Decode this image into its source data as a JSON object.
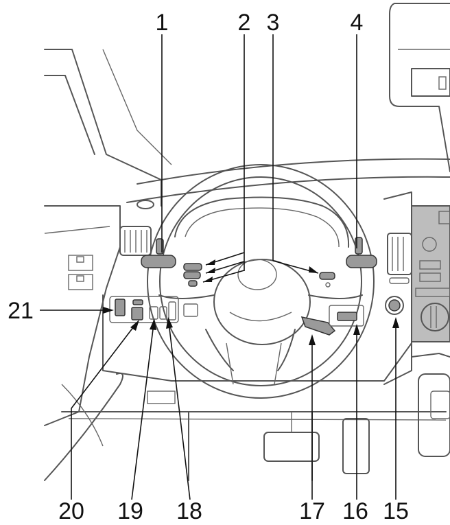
{
  "colors": {
    "background": "#ffffff",
    "line": "#111111",
    "outline": "#555555",
    "part_fill": "#9a9a9a"
  },
  "callouts": [
    {
      "id": "1",
      "label": "1"
    },
    {
      "id": "2",
      "label": "2"
    },
    {
      "id": "3",
      "label": "3"
    },
    {
      "id": "4",
      "label": "4"
    },
    {
      "id": "15",
      "label": "15"
    },
    {
      "id": "16",
      "label": "16"
    },
    {
      "id": "17",
      "label": "17"
    },
    {
      "id": "18",
      "label": "18"
    },
    {
      "id": "19",
      "label": "19"
    },
    {
      "id": "20",
      "label": "20"
    },
    {
      "id": "21",
      "label": "21"
    }
  ]
}
